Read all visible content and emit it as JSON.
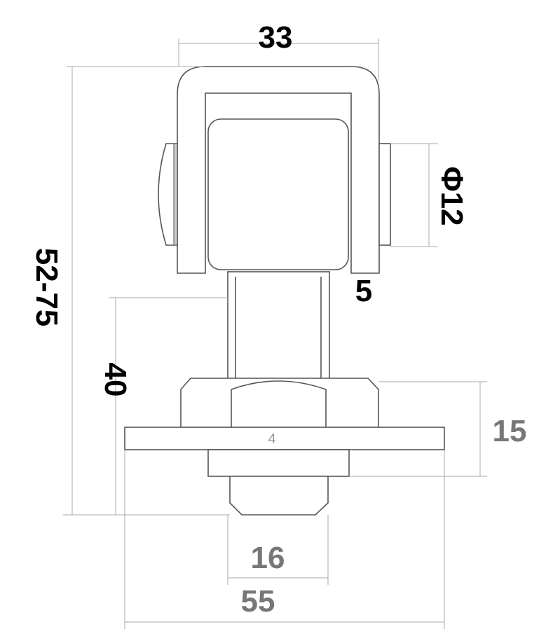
{
  "dimensions": {
    "top_width": "33",
    "overall_height": "52-75",
    "pin_diameter": "Φ12",
    "bracket_thickness": "5",
    "thread_length": "40",
    "nut_washer_height": "15",
    "washer_thickness": "4",
    "thread_diameter": "16",
    "washer_width": "55"
  },
  "colors": {
    "primary_label": "#000000",
    "secondary_label": "#777777",
    "outline": "#555555"
  }
}
